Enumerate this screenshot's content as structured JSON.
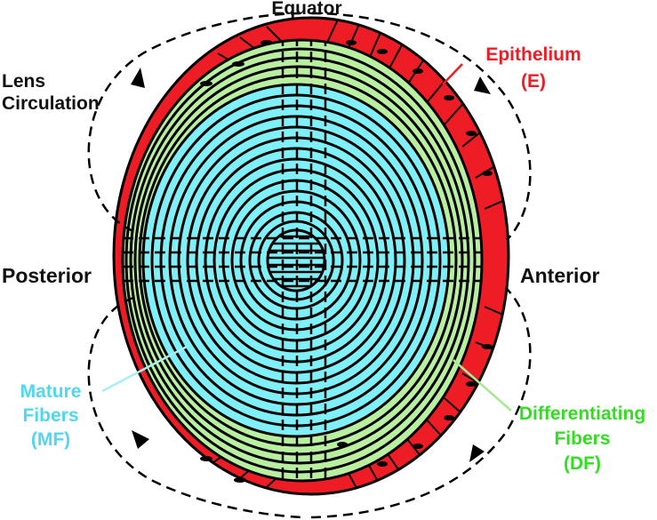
{
  "labels": {
    "equator": "Equator",
    "lens_circulation": [
      "Lens",
      "Circulation"
    ],
    "posterior": "Posterior",
    "anterior": "Anterior",
    "epithelium": [
      "Epithelium",
      "(E)"
    ],
    "mature_fibers": [
      "Mature",
      "Fibers",
      "(MF)"
    ],
    "differentiating_fibers": [
      "Differentiating",
      "Fibers",
      "(DF)"
    ]
  },
  "colors": {
    "epithelium": "#ee1c24",
    "differentiating_fibers": "#b8f0a0",
    "mature_fibers": "#80f0f8",
    "outline": "#000000",
    "epithelium_label": "#ee1c24",
    "mature_label": "#4fd8ee",
    "differentiating_label": "#33dd22",
    "text": "#111111"
  }
}
